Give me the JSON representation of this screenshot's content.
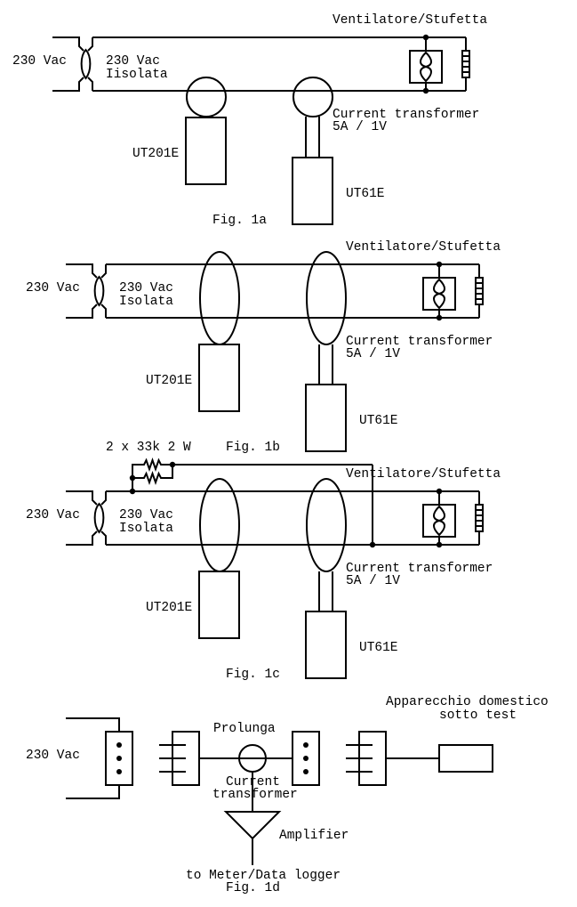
{
  "figures": {
    "fig1a": {
      "caption": "Fig. 1a",
      "source_label": "230 Vac",
      "isolated_label_line1": "230 Vac",
      "isolated_label_line2": "Iisolata",
      "load_label": "Ventilatore/Stufetta",
      "ct_label_line1": "Current transformer",
      "ct_label_line2": "5A / 1V",
      "meter1_label": "UT201E",
      "meter2_label": "UT61E"
    },
    "fig1b": {
      "caption": "Fig. 1b",
      "source_label": "230 Vac",
      "isolated_label_line1": "230 Vac",
      "isolated_label_line2": "Isolata",
      "load_label": "Ventilatore/Stufetta",
      "ct_label_line1": "Current transformer",
      "ct_label_line2": "5A / 1V",
      "meter1_label": "UT201E",
      "meter2_label": "UT61E"
    },
    "fig1c": {
      "caption": "Fig. 1c",
      "resistor_label": "2 x 33k 2 W",
      "source_label": "230 Vac",
      "isolated_label_line1": "230 Vac",
      "isolated_label_line2": "Isolata",
      "load_label": "Ventilatore/Stufetta",
      "ct_label_line1": "Current transformer",
      "ct_label_line2": "5A / 1V",
      "meter1_label": "UT201E",
      "meter2_label": "UT61E"
    },
    "fig1d": {
      "caption": "Fig. 1d",
      "source_label": "230 Vac",
      "extension_label": "Prolunga",
      "ct_label_line1": "Current",
      "ct_label_line2": "transformer",
      "amplifier_label": "Amplifier",
      "output_label": "to Meter/Data logger",
      "appliance_label_line1": "Apparecchio domestico",
      "appliance_label_line2": "sotto test"
    }
  }
}
